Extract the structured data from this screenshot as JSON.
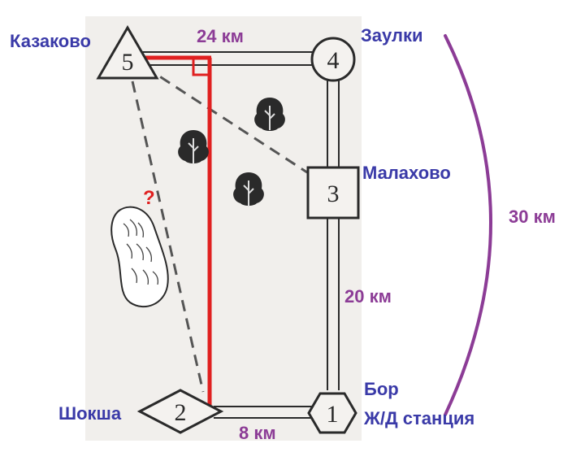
{
  "places": {
    "kazakovo": "Казаково",
    "zaulki": "Заулки",
    "malakhovo": "Малахово",
    "shoksha": "Шокша",
    "bor": "Бор",
    "station": "Ж/Д станция"
  },
  "nodes": {
    "n5": "5",
    "n4": "4",
    "n3": "3",
    "n2": "2",
    "n1": "1"
  },
  "distances": {
    "top": "24 км",
    "right_arc": "30 км",
    "right_road": "20 км",
    "bottom": "8 км"
  },
  "question_mark": "?",
  "colors": {
    "label_blue": "#3a3aa8",
    "distance_purple": "#8c3c96",
    "highlight_red": "#e02020",
    "map_paper": "#f1efec",
    "ink": "#2a2a2a"
  },
  "icons": [
    "tree-icon",
    "lake-icon",
    "right-angle-marker"
  ]
}
